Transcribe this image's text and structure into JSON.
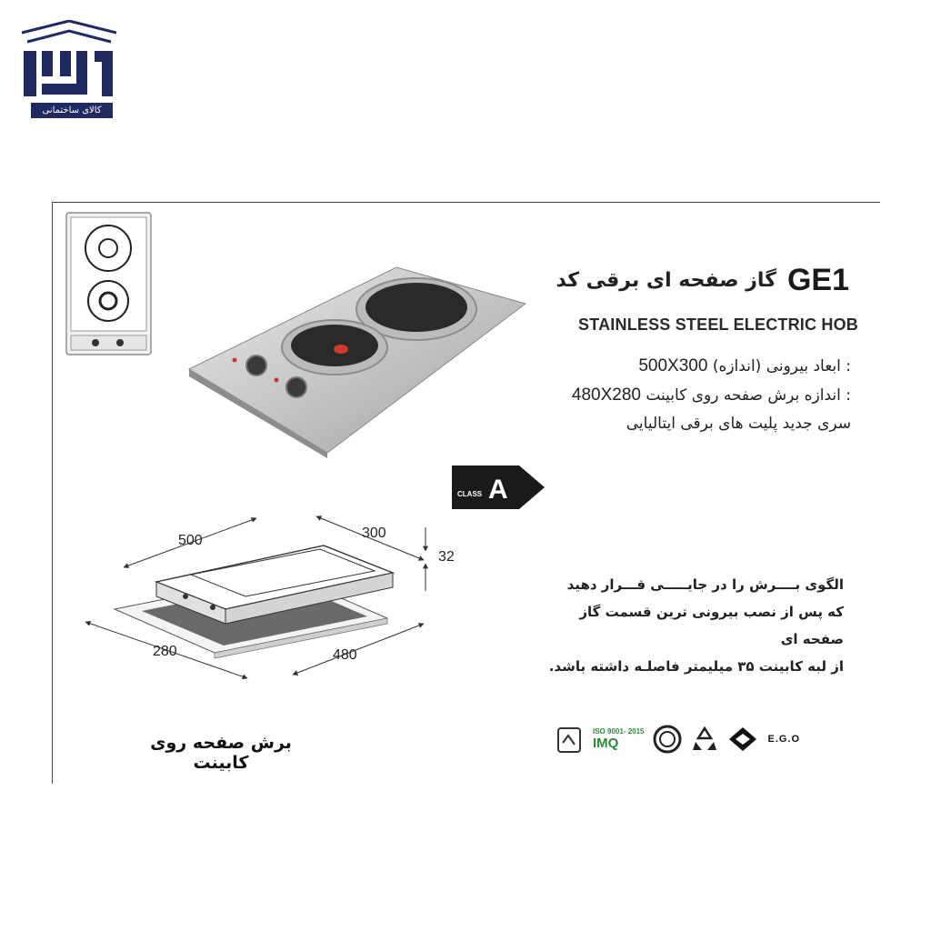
{
  "brand": {
    "logo_caption": "کالای ساختمانی"
  },
  "product": {
    "title_fa": "گاز صفحه ای برقی کد",
    "model_code": "GE1",
    "subtitle_en": "STAINLESS STEEL ELECTRIC HOB"
  },
  "specs": [
    {
      "value": "500X300",
      "label": ": ابعاد بیرونی (اندازه)"
    },
    {
      "value": "480X280",
      "label": ": اندازه برش صفحه روی کابینت"
    },
    {
      "value": "",
      "label": "سری جدید پلیت های برقی ایتالیایی"
    }
  ],
  "energy": {
    "class_label": "CLASS",
    "class_value": "A",
    "color": "#1a1a1a"
  },
  "diagram": {
    "dims": {
      "width": "500",
      "depth": "300",
      "height": "32",
      "cut_depth": "280",
      "cut_width": "480"
    },
    "caption": "برش صفحه روی کابینت"
  },
  "note": [
    "الگوی بــــرش را در جایـــــی قـــرار دهید",
    "که پس از نصب بیرونی ترین قسمت گاز صفحه ای",
    "از لبه کابینت ۳۵ میلیمتر فاصلـه داشته باشد."
  ],
  "certifications": {
    "iso": "ISO 9001- 2015",
    "imq": "IMQ",
    "ego": "E.G.O",
    "icons": [
      "rohs-icon",
      "iso-imq-icon",
      "seal-icon",
      "recycle-icon",
      "ego-logo-icon"
    ]
  },
  "colors": {
    "brand_navy": "#1f2a63",
    "cert_green": "#2a8a3a"
  }
}
